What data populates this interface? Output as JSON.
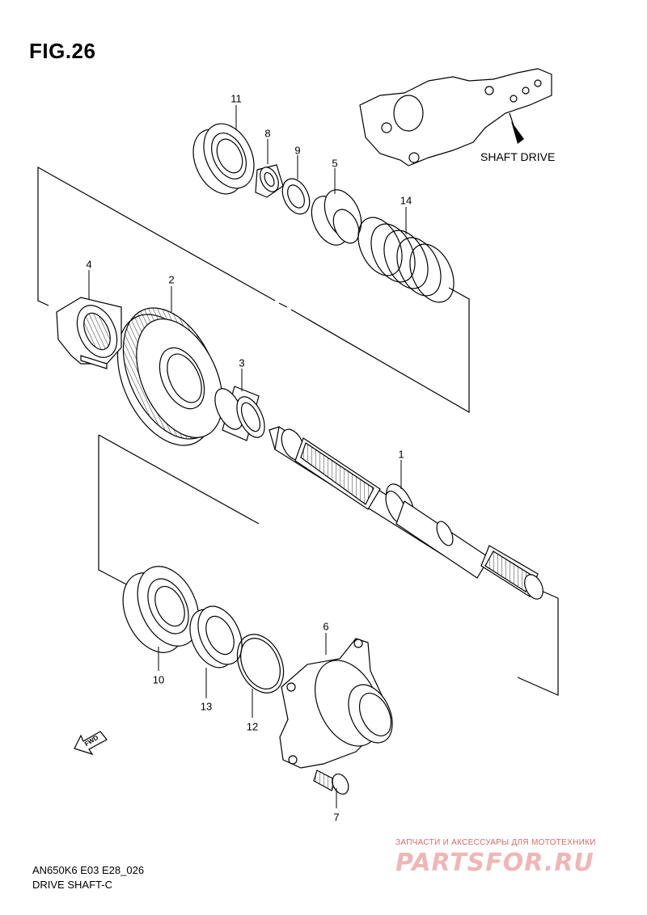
{
  "figure_title": "FIG.26",
  "assembly_label": "SHAFT DRIVE",
  "direction_marker": "FWD",
  "model_code": "AN650K6 E03 E28_026",
  "diagram_name": "DRIVE SHAFT-C",
  "watermark": {
    "tagline": "ЗАПЧАСТИ И АКСЕССУАРЫ ДЛЯ МОТОТЕХНИКИ",
    "brand": "PARTSFOR.RU"
  },
  "callouts": {
    "p1": "1",
    "p2": "2",
    "p3": "3",
    "p4": "4",
    "p5": "5",
    "p6": "6",
    "p7": "7",
    "p8": "8",
    "p9": "9",
    "p10": "10",
    "p11": "11",
    "p12": "12",
    "p13": "13",
    "p14": "14"
  }
}
